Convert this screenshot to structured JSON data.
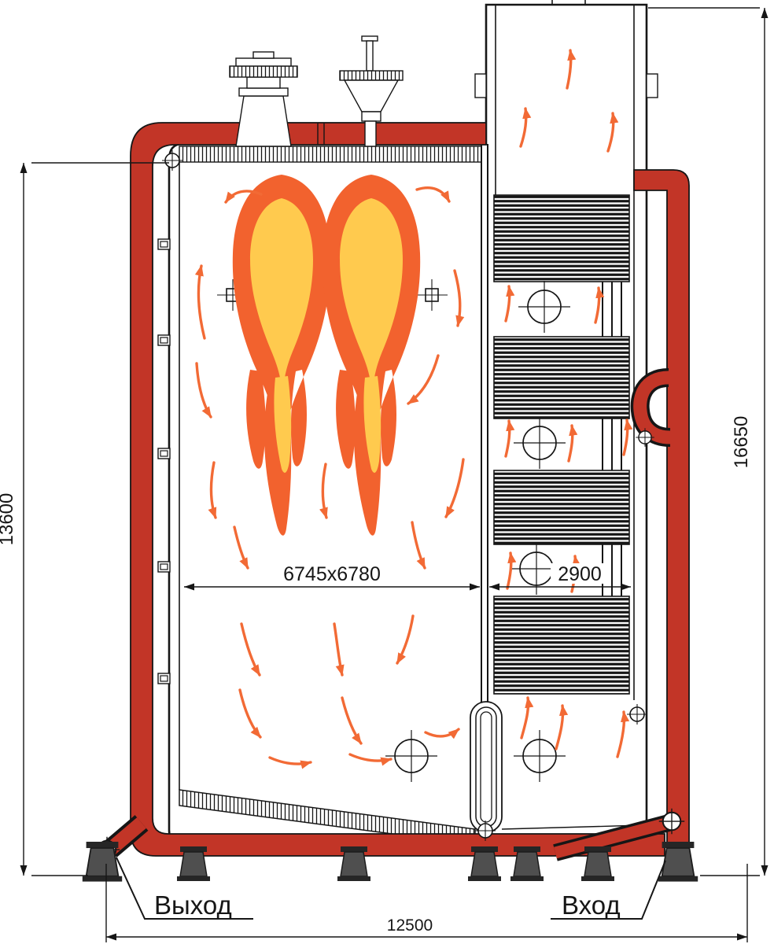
{
  "drawing": {
    "labels": {
      "outlet": "Выход",
      "inlet": "Вход"
    },
    "dimensions": {
      "furnace_width": "6745x6780",
      "convective_width": "2900",
      "height_left": "13600",
      "height_right": "16650",
      "base_width": "12500"
    },
    "colors": {
      "pipe_red": "#c23527",
      "flame_outer": "#f2622e",
      "flame_core": "#ffca4e",
      "arrow_orange": "#f26a35",
      "line_dark": "#161616"
    }
  }
}
